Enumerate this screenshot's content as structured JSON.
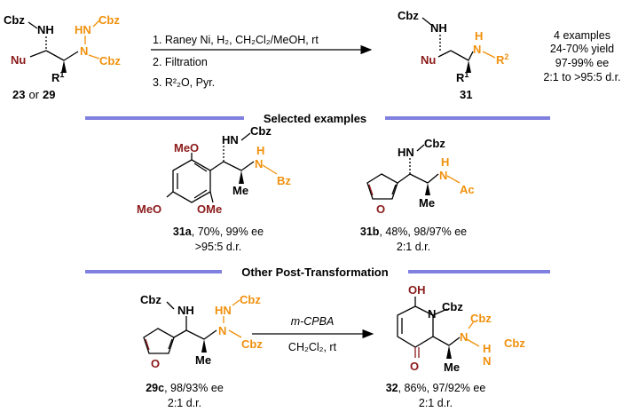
{
  "top": {
    "sm": {
      "cbz": "Cbz",
      "nh": "NH",
      "hn": "HN",
      "cbz2": "Cbz",
      "n": "N",
      "cbz3": "Cbz",
      "nu": "Nu",
      "r": "R",
      "sup": "1",
      "cmpd_a": "23",
      "or": "or",
      "cmpd_b": "29"
    },
    "cond1": "1. Raney Ni, H₂, CH₂Cl₂/MeOH, rt",
    "cond2": "2. Filtration",
    "cond3": "3. R²₂O, Pyr.",
    "prod": {
      "cbz": "Cbz",
      "nh": "NH",
      "h": "H",
      "n": "N",
      "r2": "R",
      "sup2": "2",
      "nu": "Nu",
      "r1": "R",
      "sup1": "1",
      "cmpd": "31"
    },
    "summary": [
      "4 examples",
      "24-70% yield",
      "97-99% ee",
      "2:1 to >95:5 d.r."
    ]
  },
  "section1": "Selected examples",
  "ex_a": {
    "meo1": "MeO",
    "meo2": "MeO",
    "ome": "OMe",
    "hn": "HN",
    "cbz": "Cbz",
    "h": "H",
    "n": "N",
    "bz": "Bz",
    "me": "Me",
    "id": "31a",
    "data": ", 70%, 99% ee",
    "dr": ">95:5 d.r."
  },
  "ex_b": {
    "o": "O",
    "hn": "HN",
    "cbz": "Cbz",
    "h": "H",
    "n": "N",
    "ac": "Ac",
    "me": "Me",
    "id": "31b",
    "data": ", 48%, 98/97% ee",
    "dr": "2:1 d.r."
  },
  "section2": "Other Post-Transformation",
  "bottom": {
    "sm": {
      "cbz": "Cbz",
      "nh": "NH",
      "hn": "HN",
      "cbz2": "Cbz",
      "n": "N",
      "cbz3": "Cbz",
      "o": "O",
      "me": "Me",
      "id": "29c",
      "data": ", 98/93% ee",
      "dr": "2:1 d.r."
    },
    "reagent1": "m-CPBA",
    "reagent2": "CH₂Cl₂, rt",
    "prod": {
      "oh": "OH",
      "n": "N",
      "cbz": "Cbz",
      "o": "O",
      "n2": "N",
      "cbz2": "Cbz",
      "h": "H",
      "n3": "N",
      "cbz3": "Cbz",
      "me": "Me",
      "id": "32",
      "data": ", 86%, 97/92% ee",
      "dr": "2:1 d.r."
    }
  }
}
